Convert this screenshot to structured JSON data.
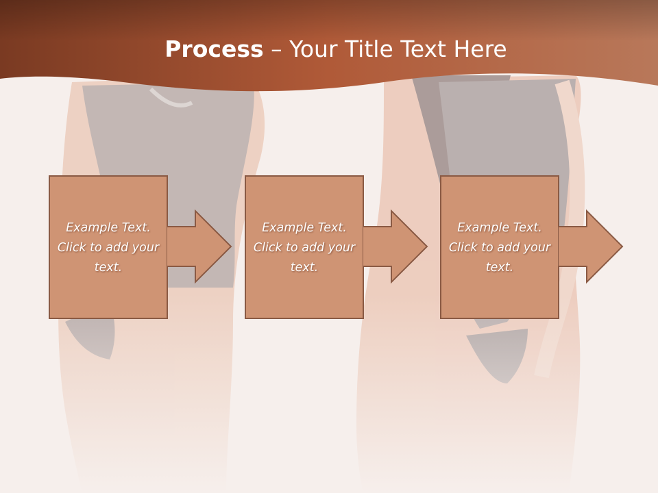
{
  "title": {
    "bold": "Process",
    "rest": " – Your Title Text Here"
  },
  "steps": [
    {
      "text": "Example Text. Click  to add your text."
    },
    {
      "text": "Example Text. Click  to add your text."
    },
    {
      "text": "Example Text. Click  to add your text."
    }
  ],
  "colors": {
    "header": "#a65a3a",
    "box_fill": "#cf9474",
    "box_border": "#8a5a44",
    "background": "#f6efec"
  }
}
